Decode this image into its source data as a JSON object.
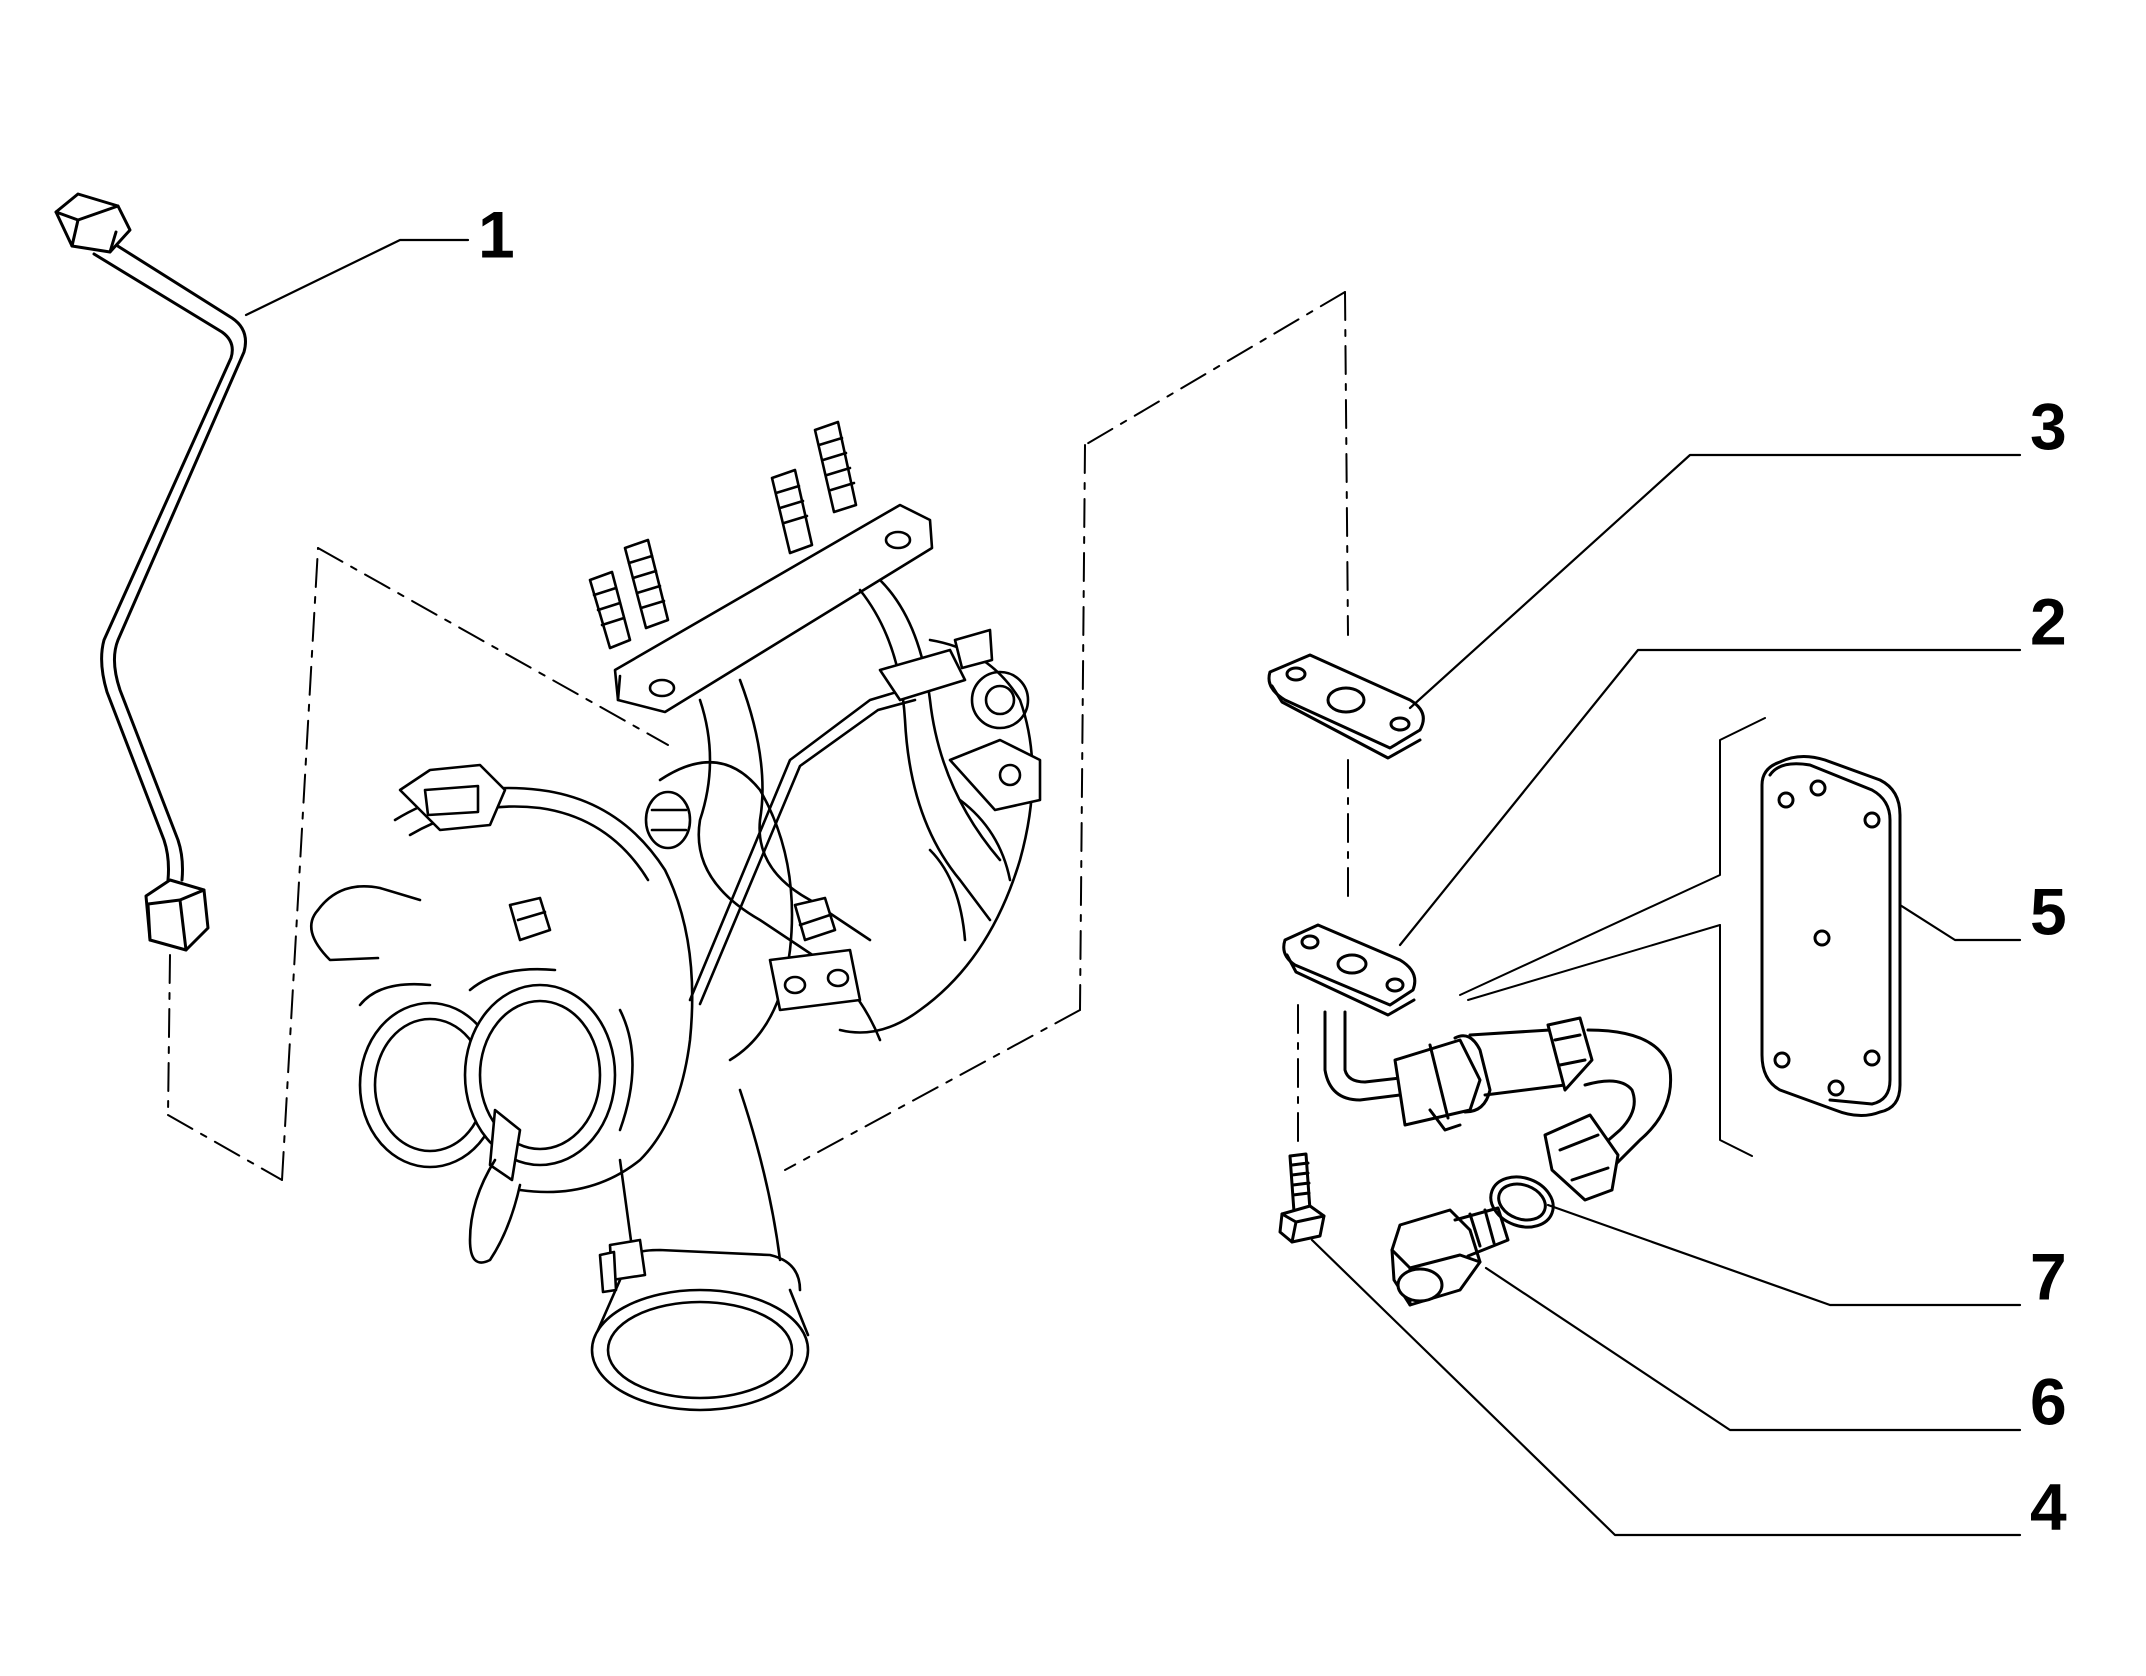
{
  "callouts": {
    "1": "1",
    "2": "2",
    "3": "3",
    "4": "4",
    "5": "5",
    "6": "6",
    "7": "7"
  },
  "colors": {
    "ink": "#000000",
    "background": "#ffffff"
  }
}
